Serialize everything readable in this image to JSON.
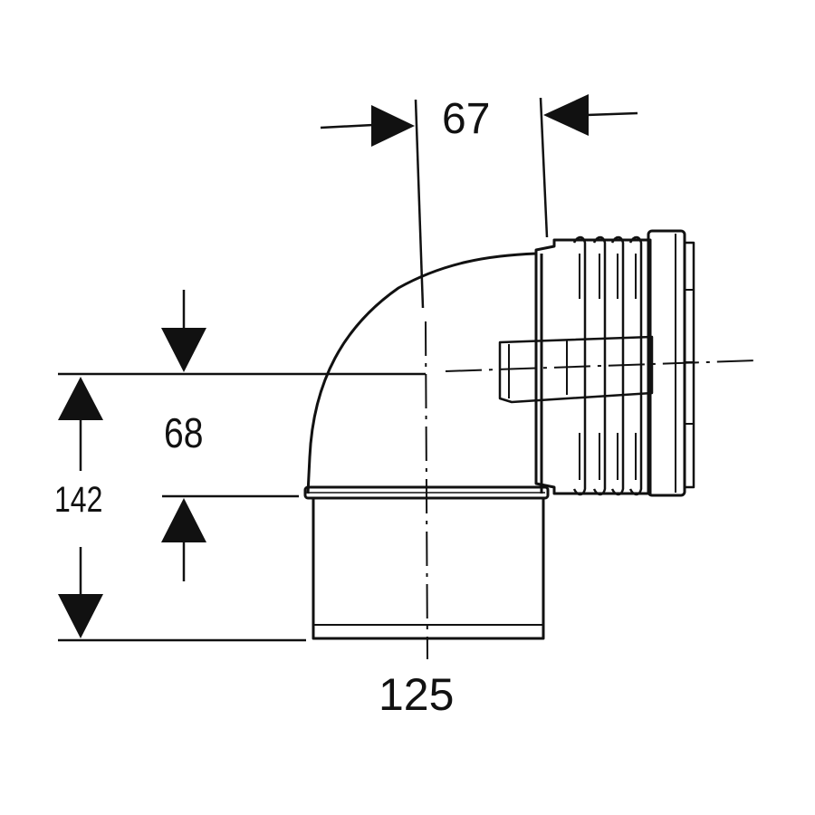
{
  "dimensions": {
    "horizontal_offset": "67",
    "height_to_axis": "68",
    "total_height": "142",
    "diameter": "125"
  },
  "colors": {
    "stroke": "#111111",
    "background": "#ffffff"
  }
}
